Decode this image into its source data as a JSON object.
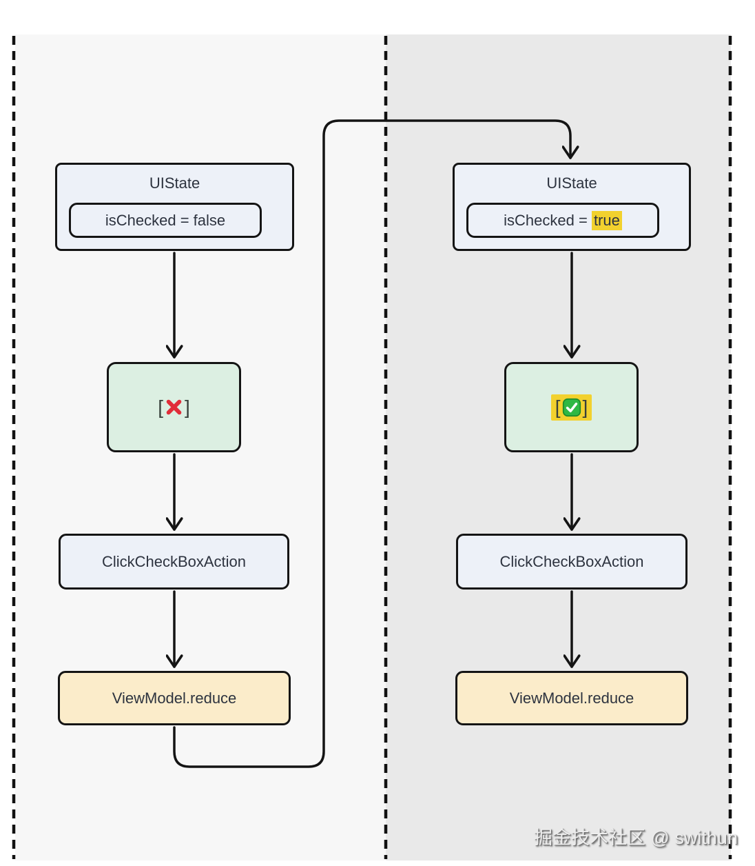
{
  "watermark": "掘金技术社区 @ swithun",
  "left_flow": {
    "state_title": "UIState",
    "state_field": "isChecked = false",
    "checkbox_open_bracket": "[",
    "checkbox_close_bracket": "]",
    "checkbox_state": "unchecked",
    "action_label": "ClickCheckBoxAction",
    "reduce_label": "ViewModel.reduce"
  },
  "right_flow": {
    "state_title": "UIState",
    "state_field_prefix": "isChecked = ",
    "state_field_value": "true",
    "checkbox_open_bracket": "[",
    "checkbox_close_bracket": "]",
    "checkbox_state": "checked",
    "action_label": "ClickCheckBoxAction",
    "reduce_label": "ViewModel.reduce"
  },
  "icons": {
    "cross_mark": "cross-mark-icon",
    "check_mark": "check-mark-icon"
  },
  "colors": {
    "panel_left_bg": "#f7f7f7",
    "panel_right_bg": "#e9e9e9",
    "state_box_bg": "#edf1f8",
    "checkbox_box_bg": "#dcefe2",
    "reduce_box_bg": "#fbecca",
    "highlight_yellow": "#f2d12e",
    "border_and_arrows": "#141414",
    "cross_red": "#e12d39",
    "check_green": "#2fb844",
    "text": "#2d333f"
  }
}
